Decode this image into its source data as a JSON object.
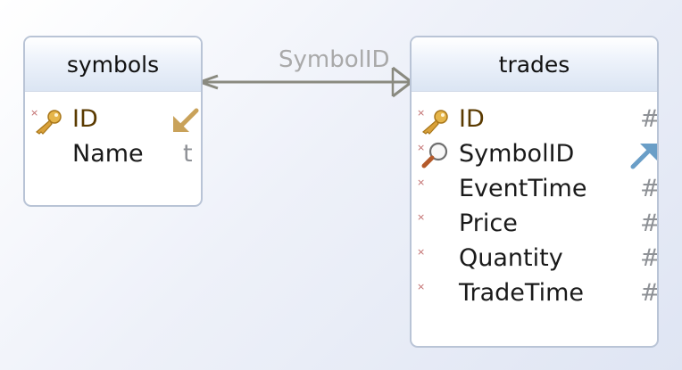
{
  "diagram": {
    "relationship": {
      "label": "SymbolID",
      "from_table": "trades",
      "to_table": "symbols"
    },
    "tables": {
      "symbols": {
        "name": "symbols",
        "columns": [
          {
            "name": "ID",
            "type": "",
            "primary_key": true,
            "not_null": true,
            "icon": "key-icon"
          },
          {
            "name": "Name",
            "type": "t",
            "primary_key": false,
            "not_null": false,
            "icon": ""
          }
        ]
      },
      "trades": {
        "name": "trades",
        "columns": [
          {
            "name": "ID",
            "type": "#",
            "primary_key": true,
            "not_null": true,
            "icon": "key-icon"
          },
          {
            "name": "SymbolID",
            "type": "",
            "primary_key": false,
            "not_null": true,
            "icon": "magnifier-icon"
          },
          {
            "name": "EventTime",
            "type": "#",
            "primary_key": false,
            "not_null": true,
            "icon": ""
          },
          {
            "name": "Price",
            "type": "#",
            "primary_key": false,
            "not_null": true,
            "icon": ""
          },
          {
            "name": "Quantity",
            "type": "#",
            "primary_key": false,
            "not_null": true,
            "icon": ""
          },
          {
            "name": "TradeTime",
            "type": "#",
            "primary_key": false,
            "not_null": true,
            "icon": ""
          }
        ]
      }
    },
    "colors": {
      "relationship_line": "#8a8a80",
      "header_gradient_end": "#dbe5f3",
      "table_border": "#b9c4d6",
      "primary_key_text": "#5a3a00",
      "key_icon": "#d9a13a",
      "incoming_fk_arrow": "#c9a25a",
      "outgoing_fk_arrow": "#6a9ec7"
    }
  }
}
